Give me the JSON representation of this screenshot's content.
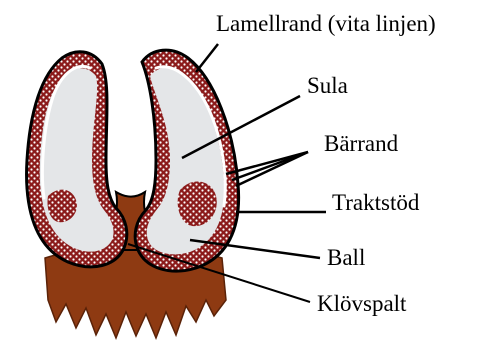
{
  "diagram": {
    "labels": {
      "lamellrand": "Lamellrand (vita linjen)",
      "sula": "Sula",
      "barrand": "Bärrand",
      "traktstod": "Traktstöd",
      "ball": "Ball",
      "klovspalt": "Klövspalt"
    },
    "colors": {
      "outline": "#000000",
      "sole": "#e4e6e8",
      "bearing_edge": "#8b1a1a",
      "wall_dots": "#ffffff",
      "white_line": "#ffffff",
      "heel_brown": "#8e3a12",
      "background": "#ffffff"
    }
  }
}
